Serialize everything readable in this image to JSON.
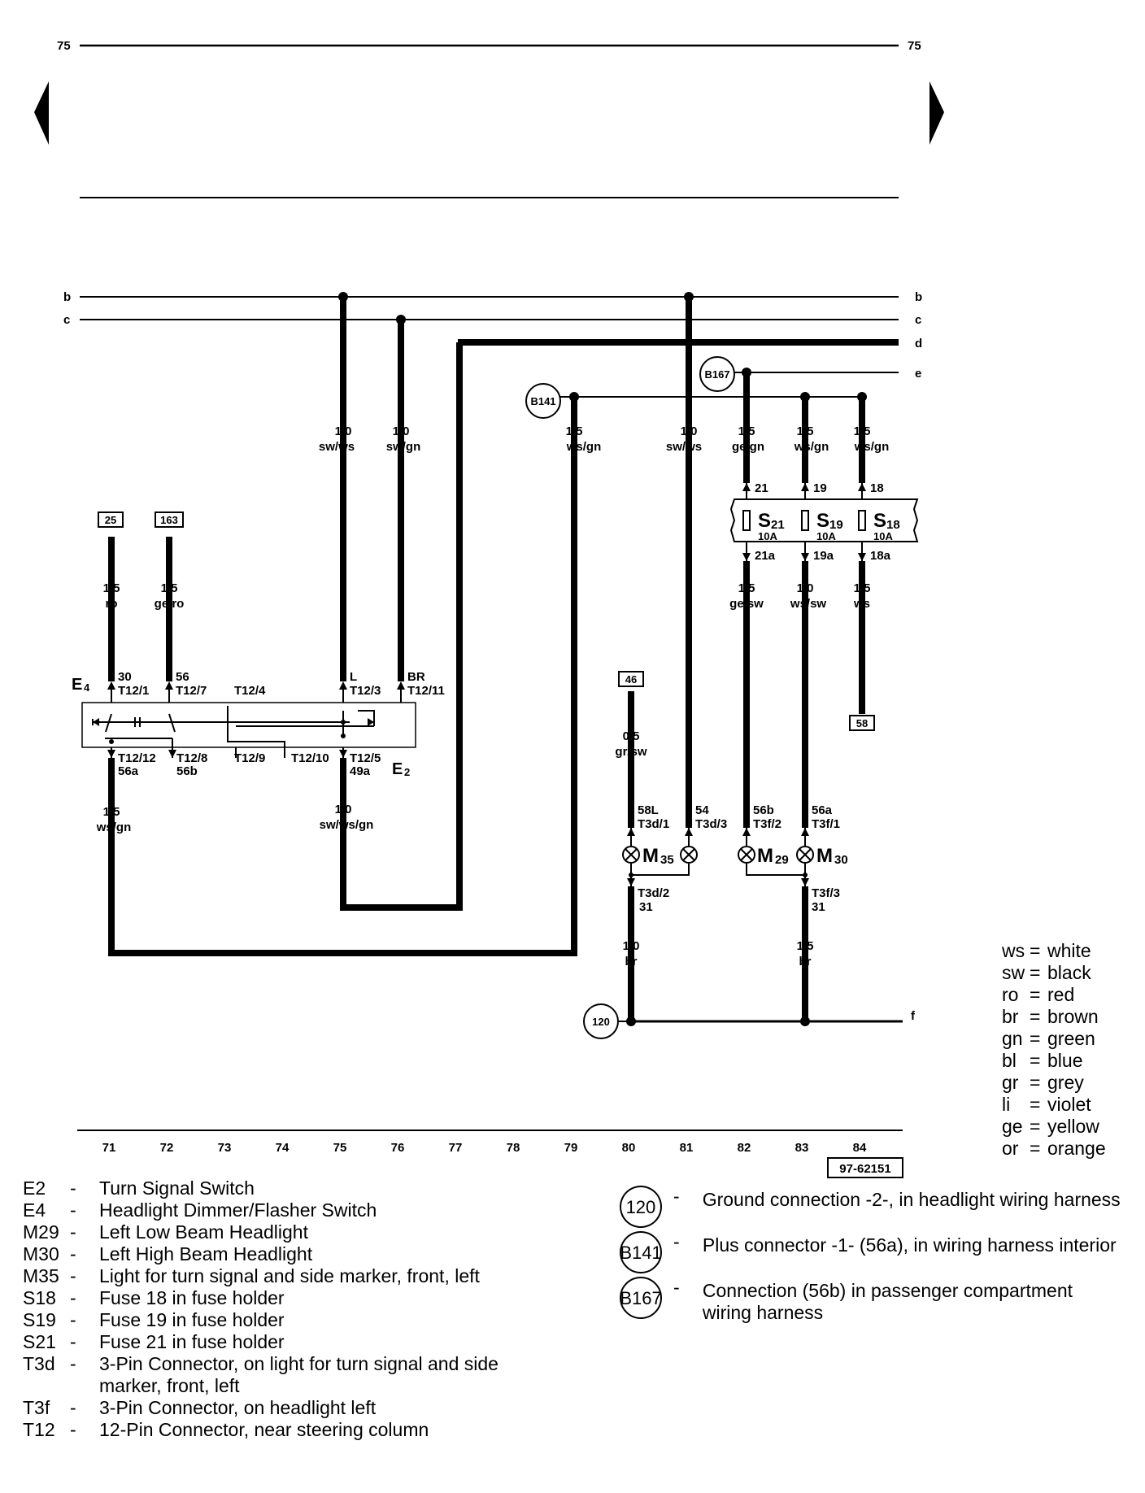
{
  "page": {
    "number_left": "75",
    "number_right": "75",
    "figure_id": "97-62151"
  },
  "bus_lines": [
    "b",
    "c",
    "d",
    "e",
    "f"
  ],
  "grid_numbers": [
    "71",
    "72",
    "73",
    "74",
    "75",
    "76",
    "77",
    "78",
    "79",
    "80",
    "81",
    "82",
    "83",
    "84"
  ],
  "connectors": {
    "circle_labels": [
      "B141",
      "B167",
      "120"
    ],
    "box_labels": [
      "25",
      "163",
      "46",
      "58"
    ]
  },
  "wires": [
    {
      "id": "w71",
      "size": "1,5",
      "color": "ro"
    },
    {
      "id": "w72",
      "size": "1,5",
      "color": "ge/ro"
    },
    {
      "id": "w75a",
      "size": "1,0",
      "color": "sw/ws"
    },
    {
      "id": "w76",
      "size": "1,0",
      "color": "sw/gn"
    },
    {
      "id": "w71b",
      "size": "1,5",
      "color": "ws/gn"
    },
    {
      "id": "w75b",
      "size": "1,0",
      "color": "sw/ws/gn"
    },
    {
      "id": "w79",
      "size": "1,5",
      "color": "ws/gn"
    },
    {
      "id": "w81",
      "size": "1,0",
      "color": "sw/ws"
    },
    {
      "id": "w82",
      "size": "1,5",
      "color": "ge/gn"
    },
    {
      "id": "w83",
      "size": "1,5",
      "color": "ws/gn"
    },
    {
      "id": "w84",
      "size": "1,5",
      "color": "ws/gn"
    },
    {
      "id": "w82b",
      "size": "1,5",
      "color": "ge/sw"
    },
    {
      "id": "w83b",
      "size": "1,0",
      "color": "ws/sw"
    },
    {
      "id": "w84b",
      "size": "1,5",
      "color": "ws"
    },
    {
      "id": "w80",
      "size": "0,5",
      "color": "gr/sw"
    },
    {
      "id": "w80b",
      "size": "1,0",
      "color": "br"
    },
    {
      "id": "w83c",
      "size": "1,5",
      "color": "br"
    }
  ],
  "switch": {
    "e4": "E",
    "e4_sub": "4",
    "e2": "E",
    "e2_sub": "2",
    "pins_top": [
      {
        "num": "30",
        "pin": "T12/1"
      },
      {
        "num": "56",
        "pin": "T12/7"
      },
      {
        "num": "",
        "pin": "T12/4"
      },
      {
        "num": "L",
        "pin": "T12/3"
      },
      {
        "num": "BR",
        "pin": "T12/11"
      }
    ],
    "pins_bottom": [
      {
        "pin": "T12/12",
        "num": "56a"
      },
      {
        "pin": "T12/8",
        "num": "56b"
      },
      {
        "pin": "T12/9",
        "num": ""
      },
      {
        "pin": "T12/10",
        "num": ""
      },
      {
        "pin": "T12/5",
        "num": "49a"
      }
    ]
  },
  "fuses": [
    {
      "name": "S",
      "sub": "21",
      "rating": "10A",
      "in": "21",
      "out": "21a"
    },
    {
      "name": "S",
      "sub": "19",
      "rating": "10A",
      "in": "19",
      "out": "19a"
    },
    {
      "name": "S",
      "sub": "18",
      "rating": "10A",
      "in": "18",
      "out": "18a"
    }
  ],
  "lamps": {
    "m35": "M",
    "m35_sub": "35",
    "m29": "M",
    "m29_sub": "29",
    "m30": "M",
    "m30_sub": "30",
    "pins": [
      {
        "num": "58L",
        "pin": "T3d/1"
      },
      {
        "num": "54",
        "pin": "T3d/3"
      },
      {
        "num": "56b",
        "pin": "T3f/2"
      },
      {
        "num": "56a",
        "pin": "T3f/1"
      }
    ],
    "ground_pins": [
      {
        "pin": "T3d/2",
        "num": "31"
      },
      {
        "pin": "T3f/3",
        "num": "31"
      }
    ]
  },
  "color_legend": [
    {
      "abbr": "ws",
      "name": "white"
    },
    {
      "abbr": "sw",
      "name": "black"
    },
    {
      "abbr": "ro",
      "name": "red"
    },
    {
      "abbr": "br",
      "name": "brown"
    },
    {
      "abbr": "gn",
      "name": "green"
    },
    {
      "abbr": "bl",
      "name": "blue"
    },
    {
      "abbr": "gr",
      "name": "grey"
    },
    {
      "abbr": "li",
      "name": "violet"
    },
    {
      "abbr": "ge",
      "name": "yellow"
    },
    {
      "abbr": "or",
      "name": "orange"
    }
  ],
  "component_legend": [
    {
      "code": "E2",
      "desc": "Turn Signal Switch"
    },
    {
      "code": "E4",
      "desc": "Headlight Dimmer/Flasher Switch"
    },
    {
      "code": "M29",
      "desc": "Left Low Beam Headlight"
    },
    {
      "code": "M30",
      "desc": "Left High Beam Headlight"
    },
    {
      "code": "M35",
      "desc": "Light for turn signal and side marker, front, left"
    },
    {
      "code": "S18",
      "desc": "Fuse 18 in fuse holder"
    },
    {
      "code": "S19",
      "desc": "Fuse 19 in fuse holder"
    },
    {
      "code": "S21",
      "desc": "Fuse 21 in fuse holder"
    },
    {
      "code": "T3d",
      "desc": "3-Pin Connector, on light for turn signal and side marker, front, left"
    },
    {
      "code": "T3f",
      "desc": "3-Pin Connector, on headlight left"
    },
    {
      "code": "T12",
      "desc": "12-Pin Connector, near steering column"
    }
  ],
  "connection_legend": [
    {
      "code": "120",
      "desc": "Ground connection -2-, in headlight wiring harness"
    },
    {
      "code": "B141",
      "desc": "Plus connector -1- (56a), in wiring harness interior"
    },
    {
      "code": "B167",
      "desc": "Connection (56b) in passenger compartment wiring harness"
    }
  ]
}
